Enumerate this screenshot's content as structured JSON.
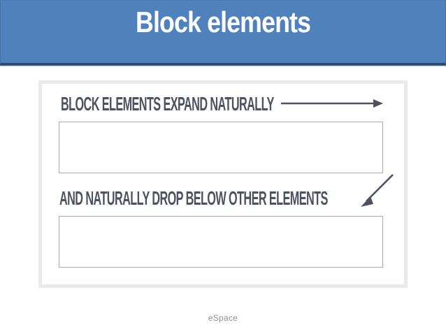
{
  "slide": {
    "title": "Block elements"
  },
  "figure": {
    "caption1": "BLOCK ELEMENTS EXPAND NATURALLY",
    "caption2": "AND NATURALLY DROP BELOW OTHER ELEMENTS",
    "icons": {
      "arrow1": "right-arrow-icon",
      "arrow2": "down-left-arrow-icon"
    }
  },
  "footer": {
    "brand": "eSpace"
  },
  "colors": {
    "banner_background": "#4f81bd",
    "banner_border_bottom": "#2d4b77",
    "banner_title_text": "#ffffff",
    "caption_and_arrow": "#4d5160",
    "empty_box_border": "#a8a8a8",
    "figure_frame_border": "#eaeaea",
    "footer_text": "#8f8f8f"
  }
}
